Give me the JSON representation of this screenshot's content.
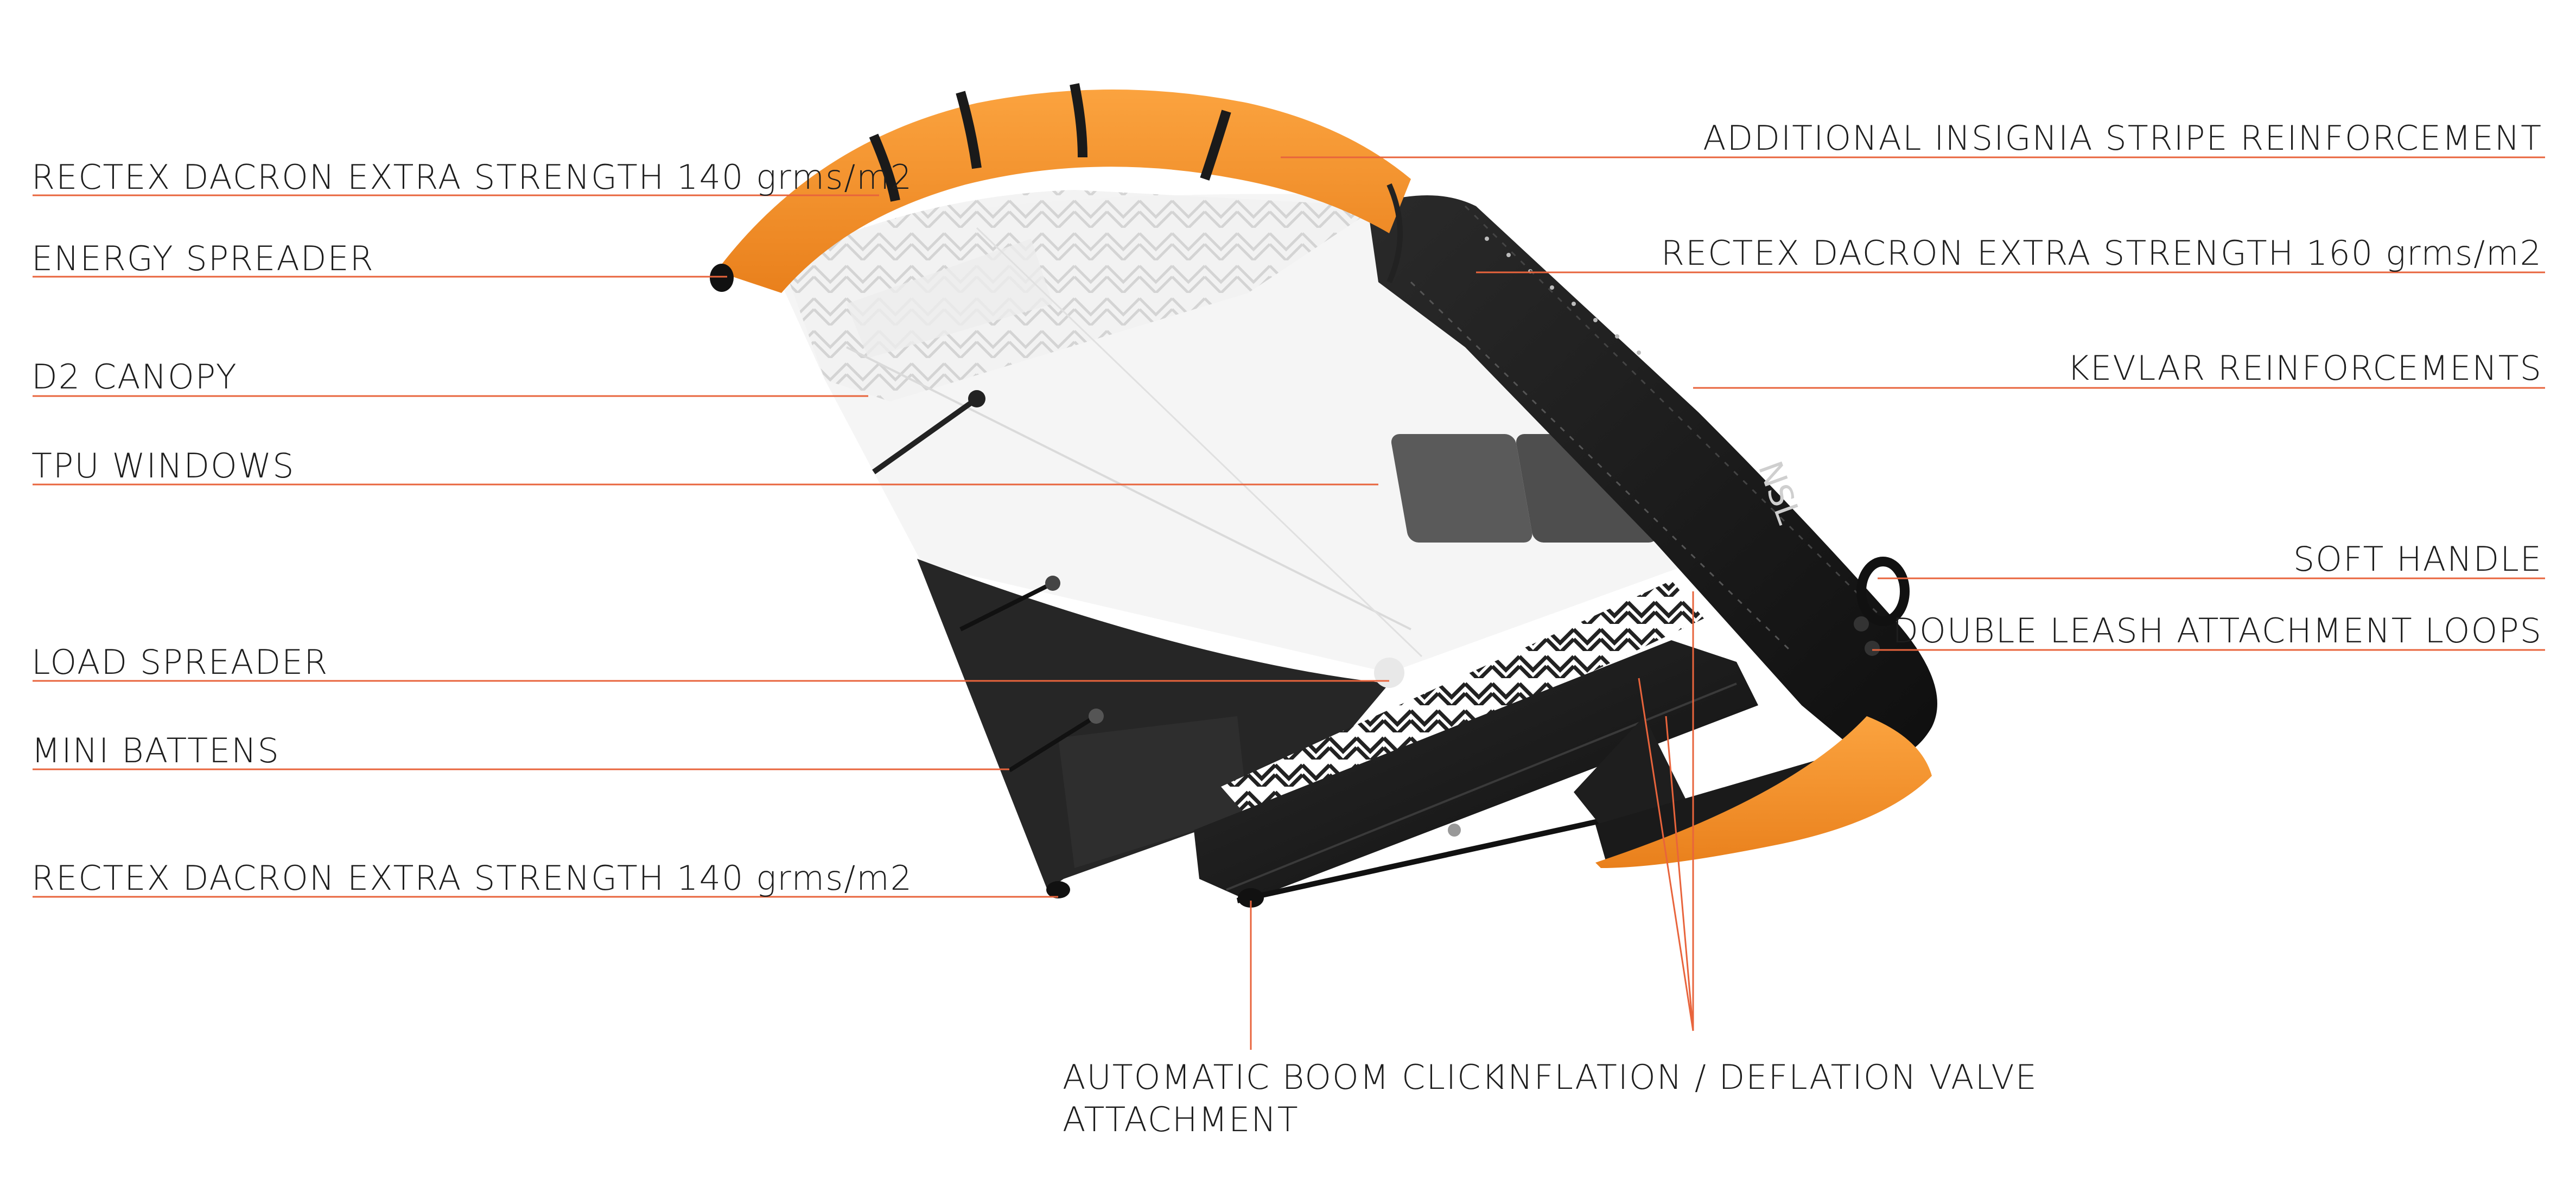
{
  "labels": {
    "left": [
      "RECTEX DACRON EXTRA STRENGTH 140 grms/m2",
      "ENERGY SPREADER",
      "D2 CANOPY",
      "TPU WINDOWS",
      "LOAD SPREADER",
      "MINI BATTENS",
      "RECTEX DACRON EXTRA STRENGTH 140 grms/m2"
    ],
    "right": [
      "ADDITIONAL INSIGNIA STRIPE REINFORCEMENT",
      "RECTEX DACRON EXTRA STRENGTH 160 grms/m2",
      "KEVLAR REINFORCEMENTS",
      "SOFT HANDLE",
      "DOUBLE LEASH ATTACHMENT LOOPS"
    ],
    "bottom": [
      "AUTOMATIC BOOM CLICK",
      "ATTACHMENT",
      "INFLATION / DEFLATION VALVE"
    ]
  },
  "colors": {
    "accent_orange": "#f7932a",
    "leader_line": "#e8643c",
    "frame_black": "#1a1a1a",
    "canopy_white": "#f4f4f4",
    "canopy_black": "#262626",
    "window_gray": "#555555"
  }
}
